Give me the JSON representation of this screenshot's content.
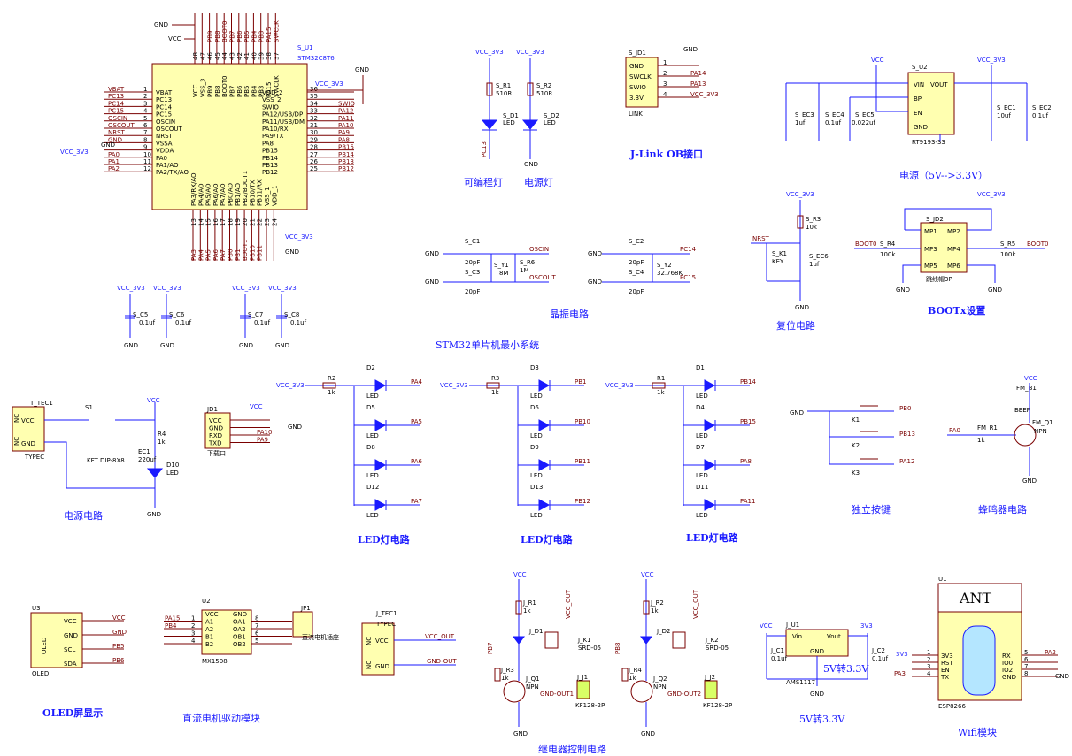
{
  "titles": {
    "mcu": "STM32单片机最小系统",
    "led_prog": "可编程灯",
    "led_pwr": "电源灯",
    "jlink": "J-Link OB接口",
    "power": "电源（5V-->3.3V）",
    "crystal": "晶振电路",
    "reset": "复位电路",
    "boot": "BOOTx设置",
    "pwr_circuit": "电源电路",
    "led1": "LED灯电路",
    "led2": "LED灯电路",
    "led3": "LED灯电路",
    "keys": "独立按键",
    "buzzer": "蜂鸣器电路",
    "oled": "OLED屏显示",
    "motor": "直流电机驱动模块",
    "relay": "继电器控制电路",
    "v5to33": "5V转3.3V",
    "wifi": "Wifi模块"
  },
  "mcu": {
    "ref": "S_U1",
    "part": "STM32C8T6",
    "left_pins": [
      {
        "num": "1",
        "name": "VBAT",
        "net": "VBAT"
      },
      {
        "num": "2",
        "name": "PC13",
        "net": "PC13"
      },
      {
        "num": "3",
        "name": "PC14",
        "net": "PC14"
      },
      {
        "num": "4",
        "name": "PC15",
        "net": "PC15"
      },
      {
        "num": "5",
        "name": "OSCIN",
        "net": "OSCIN"
      },
      {
        "num": "6",
        "name": "OSCOUT",
        "net": "OSCOUT"
      },
      {
        "num": "7",
        "name": "NRST",
        "net": "NRST"
      },
      {
        "num": "8",
        "name": "VSSA",
        "net": "GND"
      },
      {
        "num": "9",
        "name": "VDDA",
        "net": ""
      },
      {
        "num": "10",
        "name": "PA0",
        "net": "PA0"
      },
      {
        "num": "11",
        "name": "PA1/AO",
        "net": "PA1"
      },
      {
        "num": "12",
        "name": "PA2/TX/AO",
        "net": "PA2"
      }
    ],
    "right_pins": [
      {
        "num": "36",
        "name": "VDD_2",
        "net": ""
      },
      {
        "num": "35",
        "name": "VSS_2",
        "net": ""
      },
      {
        "num": "34",
        "name": "SWIO",
        "net": "SWIO"
      },
      {
        "num": "33",
        "name": "PA12/USB/DP",
        "net": "PA12"
      },
      {
        "num": "32",
        "name": "PA11/USB/DM",
        "net": "PA11"
      },
      {
        "num": "31",
        "name": "PA10/RX",
        "net": "PA10"
      },
      {
        "num": "30",
        "name": "PA9/TX",
        "net": "PA9"
      },
      {
        "num": "29",
        "name": "PA8",
        "net": "PA8"
      },
      {
        "num": "28",
        "name": "PB15",
        "net": "PB15"
      },
      {
        "num": "27",
        "name": "PB14",
        "net": "PB14"
      },
      {
        "num": "26",
        "name": "PB13",
        "net": "PB13"
      },
      {
        "num": "25",
        "name": "PB12",
        "net": "PB12"
      }
    ],
    "top_pins": [
      "48",
      "47",
      "46",
      "45",
      "44",
      "43",
      "42",
      "41",
      "40",
      "39",
      "38",
      "37"
    ],
    "top_names": [
      "VCC",
      "VSS_3",
      "PB9",
      "PB8",
      "BOOT0",
      "PB7",
      "PB6",
      "PB5",
      "PB4",
      "PB3",
      "PA15",
      "SWCLK"
    ],
    "top_nets": [
      "",
      "",
      "PB9",
      "PB8",
      "BOOT0",
      "PB7",
      "PB6",
      "PB5",
      "PB4",
      "PB3",
      "PA15",
      "SWCLK"
    ],
    "bottom_pins": [
      "13",
      "14",
      "15",
      "16",
      "17",
      "18",
      "19",
      "20",
      "21",
      "22",
      "23",
      "24"
    ],
    "bottom_names": [
      "PA3/RX/AO",
      "PA4/AO",
      "PA5/AO",
      "PA6/AO",
      "PA7/AO",
      "PB0/AO",
      "PB1/AO",
      "PB2/BOOT1",
      "PB10/TX",
      "PB11/RX",
      "VSS_1",
      "VDD_1"
    ],
    "bottom_nets": [
      "PA3",
      "PA4",
      "PA5",
      "PA6",
      "PA7",
      "PB0",
      "PB1",
      "BOOT1",
      "PB10",
      "PB11",
      "",
      ""
    ]
  },
  "labels": {
    "gnd": "GND",
    "vcc": "VCC",
    "vcc33": "VCC_3V3",
    "v33": "3V3",
    "led": "LED",
    "npn": "NPN",
    "key": "KEY",
    "beep": "BEEP",
    "link": "LINK",
    "ant": "ANT",
    "oled": "OLED",
    "nc": "NC",
    "typec": "TYPEC",
    "vcc_out": "VCC_OUT",
    "gnd_out": "GND-OUT",
    "gnd_out1": "GND-OUT1",
    "gnd_out2": "GND-OUT2",
    "srd": "SRD-05",
    "kf": "KF128-2P",
    "kft": "KFT DIP-8X8",
    "dl_port": "下载口",
    "motor_conn": "直流电机插座",
    "jumper": "跳线帽3P",
    "ams": "AMS1117",
    "mx": "MX1508",
    "esp": "ESP8266",
    "rt": "RT9193-33",
    "v5to33_inner": "5V转3.3V"
  },
  "decoupling": [
    {
      "ref": "S_C5",
      "val": "0.1uf"
    },
    {
      "ref": "S_C6",
      "val": "0.1uf"
    },
    {
      "ref": "S_C7",
      "val": "0.1uf"
    },
    {
      "ref": "S_C8",
      "val": "0.1uf"
    }
  ],
  "leds_top": [
    {
      "ref": "S_R1",
      "val": "510R",
      "dref": "S_D1",
      "net": "PC13"
    },
    {
      "ref": "S_R2",
      "val": "510R",
      "dref": "S_D2",
      "net": ""
    }
  ],
  "jlink": {
    "ref": "S_JD1",
    "pins": [
      {
        "n": "1",
        "name": "GND",
        "net": "GND"
      },
      {
        "n": "2",
        "name": "SWCLK",
        "net": "PA14"
      },
      {
        "n": "3",
        "name": "SWIO",
        "net": "PA13"
      },
      {
        "n": "4",
        "name": "3.3V",
        "net": "VCC_3V3"
      }
    ]
  },
  "power": {
    "ref": "S_U2",
    "pins": [
      "VIN",
      "BP",
      "EN",
      "GND",
      "VOUT"
    ],
    "caps": [
      {
        "ref": "S_EC3",
        "val": "1uf"
      },
      {
        "ref": "S_EC4",
        "val": "0.1uf"
      },
      {
        "ref": "S_EC5",
        "val": "0.022uf"
      },
      {
        "ref": "S_EC1",
        "val": "10uf"
      },
      {
        "ref": "S_EC2",
        "val": "0.1uf"
      }
    ]
  },
  "crystal": {
    "c1": "S_C1",
    "c1v": "20pF",
    "c3": "S_C3",
    "c3v": "20pF",
    "y1": "S_Y1",
    "y1v": "8M",
    "r6": "S_R6",
    "r6v": "1M",
    "c2": "S_C2",
    "c2v": "20pF",
    "c4": "S_C4",
    "c4v": "20pF",
    "y2": "S_Y2",
    "y2v": "32.768K",
    "osc_in": "OSCIN",
    "osc_out": "OSCOUT",
    "pc14": "PC14",
    "pc15": "PC15"
  },
  "reset": {
    "r": "S_R3",
    "rv": "10k",
    "k": "S_K1",
    "c": "S_EC6",
    "cv": "1uf",
    "net": "NRST"
  },
  "boot": {
    "ref": "S_JD2",
    "r4": "S_R4",
    "r4v": "100k",
    "r5": "S_R5",
    "r5v": "100k",
    "net0": "BOOT0",
    "net1": "BOOT0",
    "pins": [
      "MP1",
      "MP2",
      "MP3",
      "MP4",
      "MP5",
      "MP6"
    ]
  },
  "pwr_circuit": {
    "ref": "T_TEC1",
    "sw": "S1",
    "cap": "EC1",
    "capv": "220uf",
    "r": "R4",
    "rv": "1k",
    "d": "D10"
  },
  "download": {
    "ref": "JD1",
    "pins": [
      "VCC",
      "GND",
      "RXD",
      "TXD"
    ],
    "nets": [
      "",
      "",
      "PA10",
      "PA9"
    ]
  },
  "led_groups": [
    {
      "r": "R2",
      "rv": "1k",
      "leds": [
        {
          "d": "D2",
          "net": "PA4"
        },
        {
          "d": "D5",
          "net": "PA5"
        },
        {
          "d": "D8",
          "net": "PA6"
        },
        {
          "d": "D12",
          "net": "PA7"
        }
      ]
    },
    {
      "r": "R3",
      "rv": "1k",
      "leds": [
        {
          "d": "D3",
          "net": "PB1"
        },
        {
          "d": "D6",
          "net": "PB10"
        },
        {
          "d": "D9",
          "net": "PB11"
        },
        {
          "d": "D13",
          "net": "PB12"
        }
      ]
    },
    {
      "r": "R1",
      "rv": "1k",
      "leds": [
        {
          "d": "D1",
          "net": "PB14"
        },
        {
          "d": "D4",
          "net": "PB15"
        },
        {
          "d": "D7",
          "net": "PA8"
        },
        {
          "d": "D11",
          "net": "PA11"
        }
      ]
    }
  ],
  "keys": [
    {
      "k": "K1",
      "net": "PB0"
    },
    {
      "k": "K2",
      "net": "PB13"
    },
    {
      "k": "K3",
      "net": "PA12"
    }
  ],
  "buzzer": {
    "b": "FM_B1",
    "r": "FM_R1",
    "rv": "1k",
    "q": "FM_Q1",
    "net": "PA0"
  },
  "oled": {
    "ref": "U3",
    "pins": [
      "VCC",
      "GND",
      "SCL",
      "SDA"
    ],
    "nets": [
      "VCC",
      "GND",
      "PB5",
      "PB6"
    ]
  },
  "motor": {
    "ref": "U2",
    "left": [
      "VCC",
      "A1",
      "A2",
      "B1",
      "B2"
    ],
    "right": [
      "GND",
      "OA1",
      "OA2",
      "OB1",
      "OB2"
    ],
    "lnets": [
      "",
      "PA15",
      "PB4",
      "",
      ""
    ],
    "lnums": [
      "1",
      "2",
      "3",
      "4"
    ],
    "rnums": [
      "8",
      "7",
      "6",
      "5"
    ],
    "jp": "JP1"
  },
  "typec2": {
    "ref": "J_TEC1"
  },
  "relays": [
    {
      "r1": "J_R1",
      "r1v": "1k",
      "d": "J_D1",
      "r3": "J_R3",
      "r3v": "1k",
      "q": "J_Q1",
      "k": "J_K1",
      "j": "J_J1",
      "ctl": "PB7",
      "gout": "GND-OUT1"
    },
    {
      "r1": "J_R2",
      "r1v": "1k",
      "d": "J_D2",
      "r3": "J_R4",
      "r3v": "1k",
      "q": "J_Q2",
      "k": "J_K2",
      "j": "J_J2",
      "ctl": "PB8",
      "gout": "GND-OUT2"
    }
  ],
  "v5": {
    "ref": "J_U1",
    "c1": "J_C1",
    "c1v": "0.1uf",
    "c2": "J_C2",
    "c2v": "0.1uf",
    "vin": "Vin",
    "vout": "Vout",
    "gnd": "GND"
  },
  "wifi": {
    "ref": "U1",
    "left": [
      "3V3",
      "RST",
      "EN",
      "TX"
    ],
    "right": [
      "RX",
      "IO0",
      "IO2",
      "GND"
    ],
    "lnums": [
      "1",
      "2",
      "3",
      "4"
    ],
    "rnums": [
      "5",
      "6",
      "7",
      "8"
    ],
    "nets_r": [
      "PA2",
      "",
      "",
      ""
    ],
    "net_l": "PA3"
  }
}
